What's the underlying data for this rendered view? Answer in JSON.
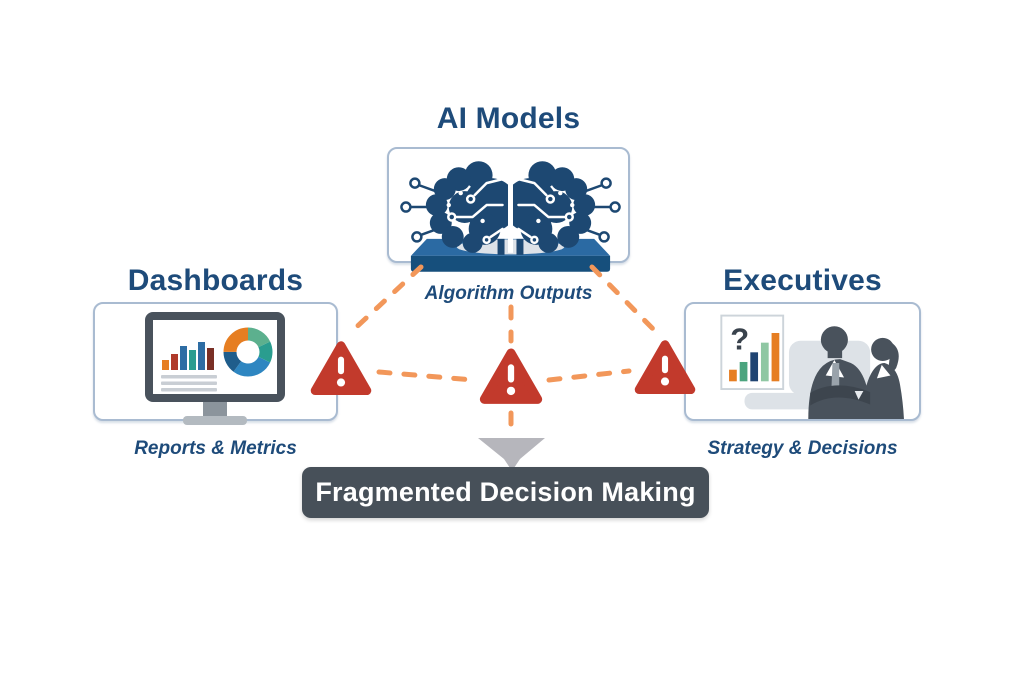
{
  "diagram": {
    "ai_models": {
      "title": "AI Models",
      "caption": "Algorithm Outputs"
    },
    "dashboards": {
      "title": "Dashboards",
      "caption": "Reports & Metrics"
    },
    "executives": {
      "title": "Executives",
      "caption": "Strategy & Decisions"
    },
    "outcome": {
      "label": "Fragmented Decision Making"
    },
    "icons": {
      "ai": "brain-circuit-on-platform",
      "dashboards": "monitor-with-bar-and-donut-charts",
      "executives": "question-chart-and-two-executives",
      "warning": "red-warning-triangle",
      "arrow": "gray-down-arrow",
      "question_glyph": "?"
    },
    "colors": {
      "title_navy": "#1E4B7A",
      "box_border": "#A9BBD1",
      "connector_orange": "#F2975A",
      "warning_red": "#C23A2C",
      "brain_navy": "#1D4872",
      "platform_blue": "#2B6AA3",
      "silhouette_slate": "#49525C",
      "arrow_gray": "#B6B6BC",
      "banner_bg": "#475059",
      "banner_text": "#FFFFFF"
    }
  }
}
